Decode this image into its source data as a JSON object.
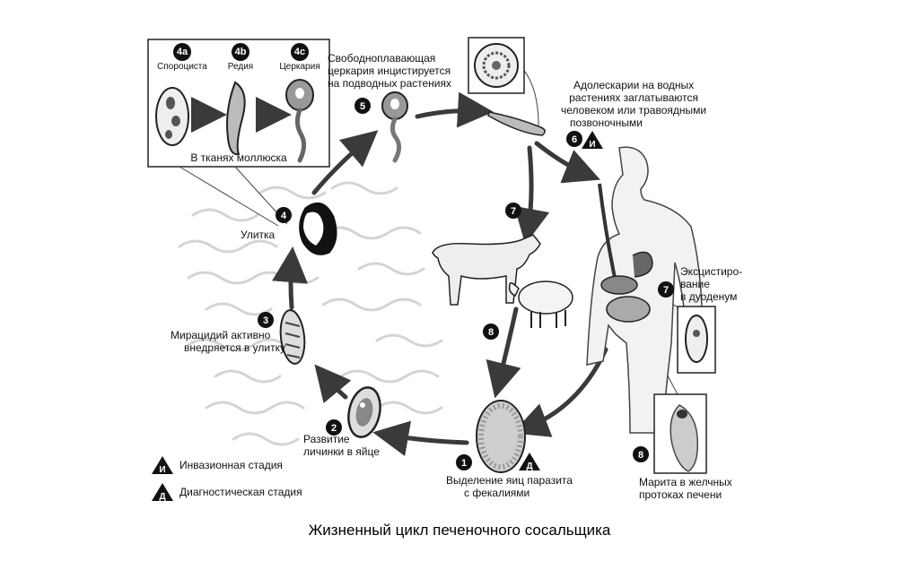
{
  "title": "Жизненный цикл печеночного сосальщика",
  "inset": {
    "caption": "В тканях моллюска",
    "stages": [
      {
        "badge": "4a",
        "label": "Спороциста"
      },
      {
        "badge": "4b",
        "label": "Редия"
      },
      {
        "badge": "4c",
        "label": "Церкария"
      }
    ]
  },
  "steps": [
    {
      "num": "1",
      "lines": [
        "Выделение яиц паразита",
        "с фекалиями"
      ]
    },
    {
      "num": "2",
      "lines": [
        "Развитие",
        "личинки в яйце"
      ]
    },
    {
      "num": "3",
      "lines": [
        "Мирацидий активно",
        "внедряется в улитку"
      ]
    },
    {
      "num": "4",
      "lines": [
        "Улитка"
      ]
    },
    {
      "num": "5",
      "lines": [
        "Свободноплавающая",
        "церкария инцистируется",
        "на подводных растениях"
      ]
    },
    {
      "num": "6",
      "lines": [
        "Адолескарии на водных",
        "растениях заглатываются",
        "человеком или травоядными",
        "позвоночными"
      ]
    },
    {
      "num": "7",
      "lines": [
        "Эксцистиро-",
        "вание",
        "в дуоденум"
      ]
    },
    {
      "num": "7",
      "lines": []
    },
    {
      "num": "8",
      "lines": [
        "Марита в желчных",
        "протоках печени"
      ]
    },
    {
      "num": "8",
      "lines": []
    }
  ],
  "stage_marks": {
    "infective": "И",
    "diagnostic": "Д"
  },
  "legend": [
    {
      "mark": "И",
      "text": "Инвазионная стадия"
    },
    {
      "mark": "Д",
      "text": "Диагностическая стадия"
    }
  ],
  "colors": {
    "badge": "#111111",
    "arrow": "#3a3a3a",
    "line": "#444444",
    "wave": "#d4d4d4"
  }
}
